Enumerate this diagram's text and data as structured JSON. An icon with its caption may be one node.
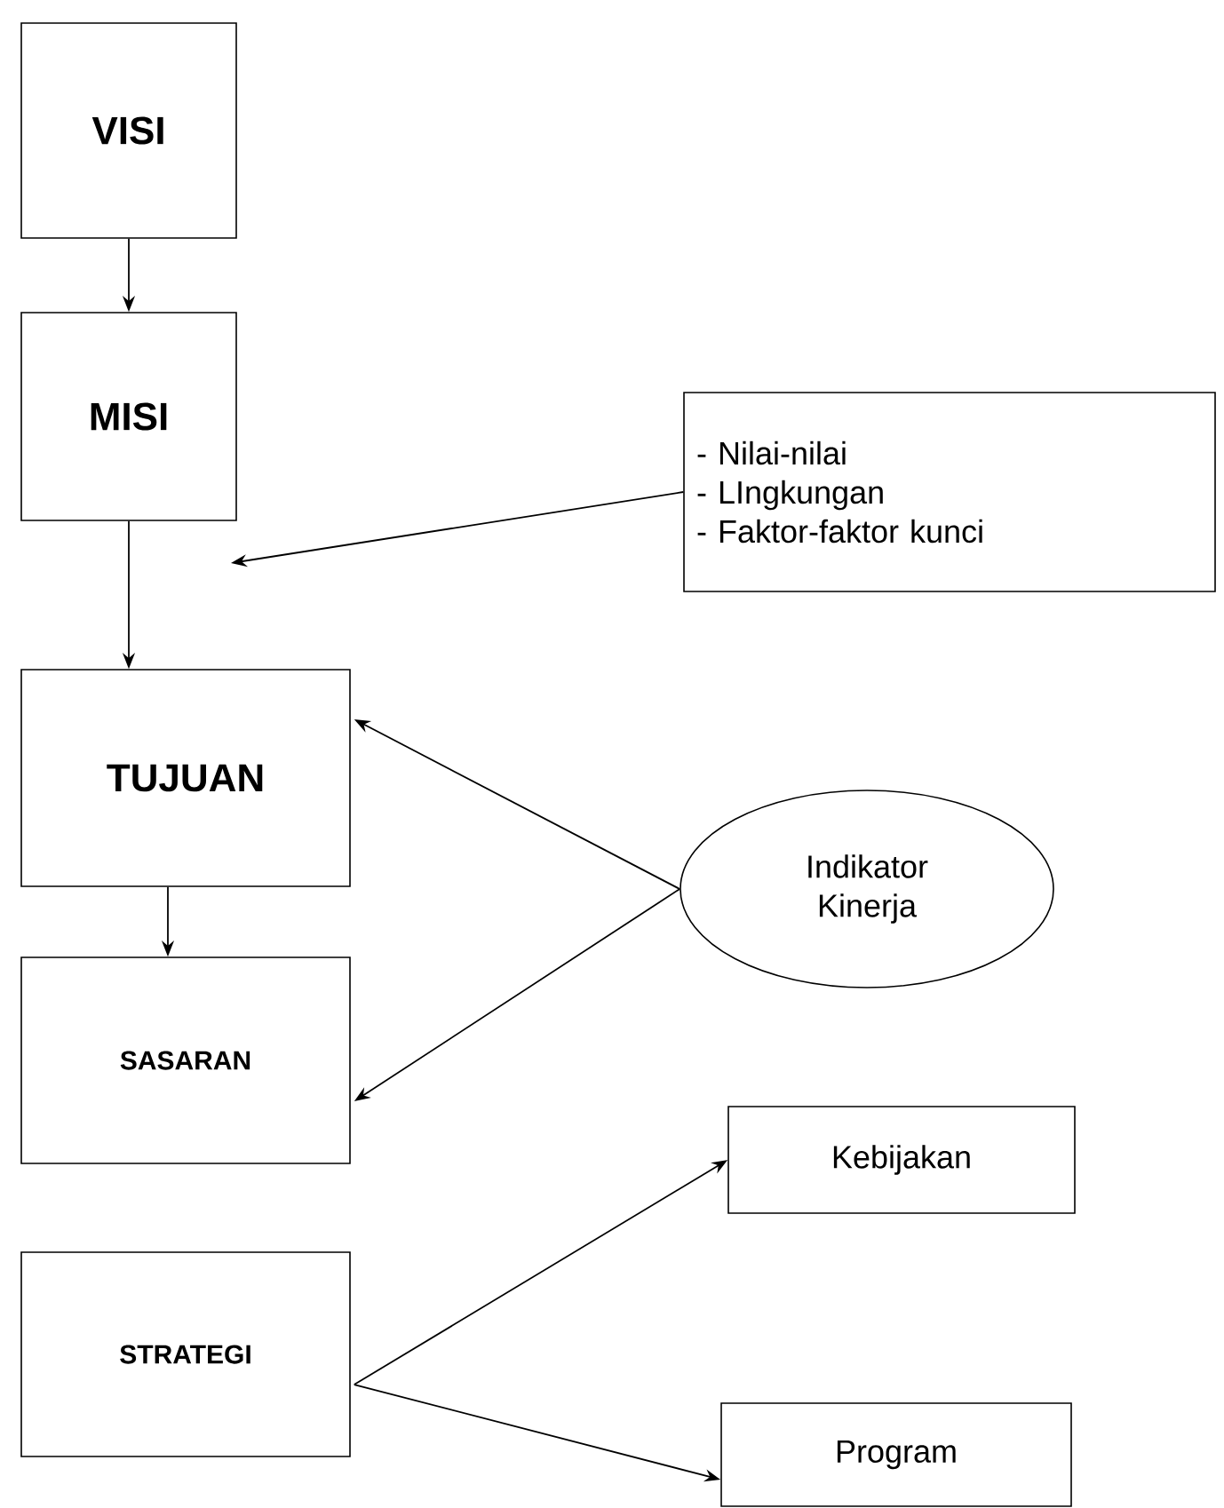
{
  "diagram": {
    "nodes": [
      {
        "text": [
          "VISI"
        ]
      },
      {
        "text": [
          "MISI"
        ]
      },
      {
        "text": [
          "- Nilai-nilai",
          "- LIngkungan",
          "- Faktor-faktor kunci"
        ]
      },
      {
        "text": [
          "TUJUAN"
        ]
      },
      {
        "text": [
          "Indikator Kinerja"
        ]
      },
      {
        "text": [
          "SASARAN"
        ]
      },
      {
        "text": [
          "Kebijakan"
        ]
      },
      {
        "text": [
          "STRATEGI"
        ]
      },
      {
        "text": [
          "Program"
        ]
      }
    ],
    "edges": [
      {
        "from": 0,
        "to": 1,
        "arrow": "to"
      },
      {
        "from": 1,
        "to": 3,
        "arrow": "to"
      },
      {
        "from": 2,
        "to": null,
        "arrow": "to"
      },
      {
        "from": 4,
        "to": 3,
        "arrow": "to"
      },
      {
        "from": 3,
        "to": 5,
        "arrow": "to"
      },
      {
        "from": 4,
        "to": 5,
        "arrow": "to"
      },
      {
        "from": 7,
        "to": 6,
        "arrow": "to"
      },
      {
        "from": 7,
        "to": 8,
        "arrow": "to"
      }
    ]
  }
}
